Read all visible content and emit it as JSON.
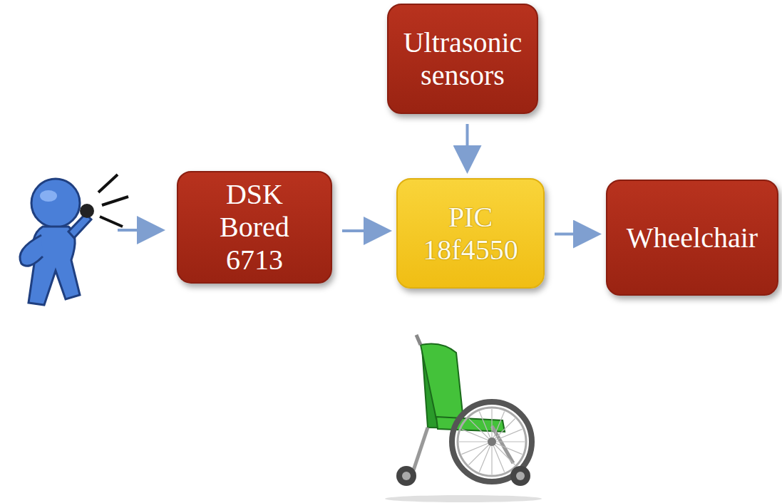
{
  "diagram": {
    "nodes": [
      {
        "text": [
          "Ultrasonic sensors"
        ]
      },
      {
        "text": [
          "DSK Bored 6713"
        ]
      },
      {
        "text": [
          "PIC 18f4550"
        ]
      },
      {
        "text": [
          "Wheelchair"
        ]
      }
    ],
    "edges": [
      {
        "from": 1,
        "to": 2,
        "arrow": "to"
      },
      {
        "from": 0,
        "to": 2,
        "arrow": "to"
      },
      {
        "from": 2,
        "to": 3,
        "arrow": "to"
      }
    ]
  }
}
